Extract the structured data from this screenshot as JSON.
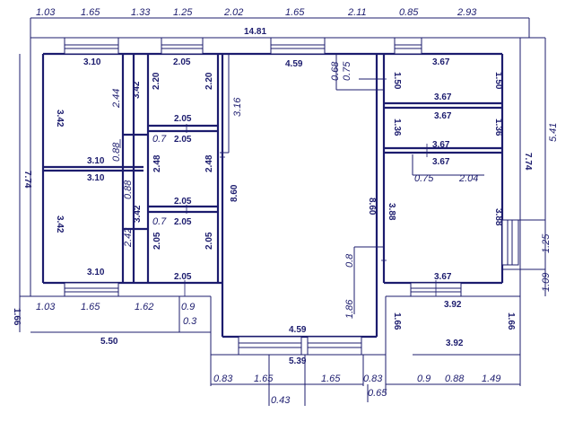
{
  "dimensions": {
    "top_segments": [
      "1.03",
      "1.65",
      "1.33",
      "1.25",
      "2.02",
      "1.65",
      "2.11",
      "0.85",
      "2.93"
    ],
    "overall_top": "14.81",
    "room_a_top": "3.10",
    "room_a_left": "3.42",
    "room_a_side": "2.44",
    "room_a_mid": "3.42",
    "room_a_gap": "0.88",
    "room_a_bottom": "3.10",
    "room_b_top": "2.05",
    "room_b_left": "2.20",
    "room_b_right": "2.20",
    "room_b_bottom": "2.05",
    "hall_top": "4.59",
    "hall_diag": "3.16",
    "hall_left": "8.60",
    "hall_right": "8.60",
    "hall_door": "0.8",
    "hall_lower": "1.86",
    "hall_bottom": "4.59",
    "notch_a": "0.68",
    "notch_b": "0.75",
    "room_r1_top": "3.67",
    "room_r1_left": "1.50",
    "room_r1_right": "1.50",
    "room_r1_bottom": "3.67",
    "room_r2_top": "3.67",
    "room_r2_left": "1.36",
    "room_r2_right": "1.36",
    "room_r2_bottom": "3.67",
    "room_r3_top": "3.67",
    "room_r3_gap": "0.75",
    "room_r3_side": "2.04",
    "room_r3_left": "3.88",
    "room_r3_right": "3.88",
    "room_r3_bottom": "3.67",
    "right_total": "7.74",
    "right_outer": "5.41",
    "right_step": "1.25",
    "right_low": "1.09",
    "left_total": "7.74",
    "room_c_top": "3.10",
    "room_c_left": "3.42",
    "room_c_gap": "0.88",
    "room_c_side": "2.42",
    "room_c_mid": "3.42",
    "room_c_bottom": "3.10",
    "room_d_top": "2.05",
    "room_d_small": "0.7",
    "room_d_left": "2.48",
    "room_d_right": "2.48",
    "room_d_bottom": "2.05",
    "room_e_top": "2.05",
    "room_e_small": "0.7",
    "room_e_left": "2.05",
    "room_e_right": "2.05",
    "room_e_bottom": "2.05",
    "bottom_left_segments": [
      "1.03",
      "1.65",
      "1.62",
      "0.9"
    ],
    "bottom_left_extra": "0.3",
    "bottom_left_height": "1.66",
    "bottom_left_total": "5.50",
    "bottom_hall_total": "5.39",
    "bottom_hall_segments": [
      "0.83",
      "1.65",
      "1.65",
      "0.83"
    ],
    "bottom_hall_gap": "0.43",
    "bottom_hall_extra": "0.65",
    "bottom_right_height_l": "1.66",
    "bottom_right_height_r": "1.66",
    "bottom_right_top": "3.92",
    "bottom_right_total": "3.92",
    "bottom_right_segments": [
      "0.9",
      "0.88",
      "1.49"
    ]
  }
}
